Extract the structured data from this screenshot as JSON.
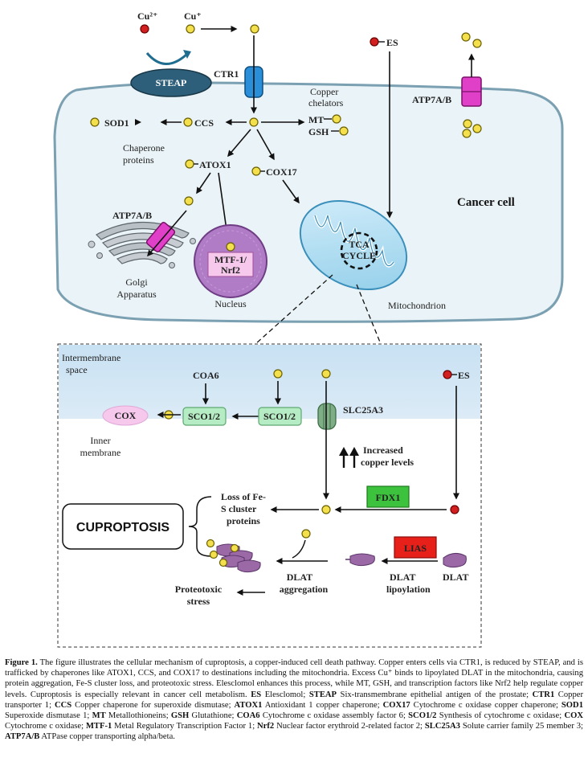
{
  "labels": {
    "cu2": "Cu²⁺",
    "cu1": "Cu⁺",
    "steap": "STEAP",
    "ctr1": "CTR1",
    "es_top": "ES",
    "atp7ab_membrane": "ATP7A/B",
    "copper_chelators": [
      "Copper",
      "chelators"
    ],
    "mt": "MT",
    "gsh": "GSH",
    "sod1": "SOD1",
    "ccs": "CCS",
    "chaperone_proteins": [
      "Chaperone",
      "proteins"
    ],
    "atox1": "ATOX1",
    "cox17": "COX17",
    "cancer_cell": "Cancer cell",
    "atp7ab_golgi": "ATP7A/B",
    "golgi_apparatus": [
      "Golgi",
      "Apparatus"
    ],
    "mtf1_nrf2": [
      "MTF-1/",
      "Nrf2"
    ],
    "nucleus": "Nucleus",
    "tca_cycle": [
      "TCA",
      "CYCLE"
    ],
    "mitochondrion": "Mitochondrion",
    "intermembrane_space": [
      "Intermembrane",
      "space"
    ],
    "coa6": "COA6",
    "es_inset": "ES",
    "cox": "COX",
    "sco12_left": "SCO1/2",
    "sco12_right": "SCO1/2",
    "slc25a3": "SLC25A3",
    "inner_membrane": [
      "Inner",
      "membrane"
    ],
    "increased_copper": [
      "Increased",
      "copper levels"
    ],
    "loss_fes": [
      "Loss of Fe-",
      "S cluster",
      "proteins"
    ],
    "fdx1": "FDX1",
    "cuproptosis": "CUPROPTOSIS",
    "lias": "LIAS",
    "dlat_aggregation": [
      "DLAT",
      "aggregation"
    ],
    "dlat_lipoylation": [
      "DLAT",
      "lipoylation"
    ],
    "dlat": "DLAT",
    "proteotoxic_stress": [
      "Proteotoxic",
      "stress"
    ]
  },
  "caption": {
    "figure_label": "Figure 1.",
    "text": " The figure illustrates the cellular mechanism of cuproptosis, a copper-induced cell death pathway. Copper enters cells via CTR1, is reduced by STEAP, and is trafficked by chaperones like ATOX1, CCS, and COX17 to destinations including the mitochondria. Excess Cu⁺ binds to lipoylated DLAT in the mitochondria, causing protein aggregation, Fe-S cluster loss, and proteotoxic stress. Elesclomol enhances this process, while MT, GSH, and transcription factors like Nrf2 help regulate copper levels. Cuproptosis is especially relevant in cancer cell metabolism.",
    "abbreviations": [
      {
        "abbr": "ES",
        "def": "Elesclomol;"
      },
      {
        "abbr": "STEAP",
        "def": "Six-transmembrane epithelial antigen of the prostate;"
      },
      {
        "abbr": "CTR1",
        "def": "Copper transporter 1;"
      },
      {
        "abbr": "CCS",
        "def": "Copper chaperone for superoxide dismutase;"
      },
      {
        "abbr": "ATOX1",
        "def": "Antioxidant 1 copper chaperone;"
      },
      {
        "abbr": "COX17",
        "def": "Cytochrome c oxidase copper chaperone;"
      },
      {
        "abbr": "SOD1",
        "def": "Superoxide dismutase 1;"
      },
      {
        "abbr": "MT",
        "def": "Metallothioneins;"
      },
      {
        "abbr": "GSH",
        "def": "Glutathione;"
      },
      {
        "abbr": "COA6",
        "def": "Cytochrome c oxidase assembly factor 6;"
      },
      {
        "abbr": "SCO1/2",
        "def": "Synthesis of cytochrome c oxidase;"
      },
      {
        "abbr": "COX",
        "def": "Cytochrome c oxidase;"
      },
      {
        "abbr": "MTF-1",
        "def": "Metal Regulatory Transcription Factor 1;"
      },
      {
        "abbr": "Nrf2",
        "def": "Nuclear factor erythroid 2-related factor 2;"
      },
      {
        "abbr": "SLC25A3",
        "def": "Solute carrier family 25 member 3;"
      },
      {
        "abbr": "ATP7A/B",
        "def": "ATPase copper transporting alpha/beta."
      }
    ]
  },
  "colors": {
    "copper_ion": "#f4e04d",
    "elesclomol": "#d22020",
    "steap": "#2e5f7a",
    "ctr1": "#2a8fd8",
    "atp7ab": "#e040c8",
    "nucleus": "#b07cc6",
    "mitochondrion": "#b7e0f5",
    "cell_fill": "#eaf3f7",
    "fdx1": "#3cc23c",
    "lias": "#e8201a",
    "sco": "#b6ecc4",
    "cox": "#f6c8ec",
    "dlat": "#9b6aa6"
  }
}
